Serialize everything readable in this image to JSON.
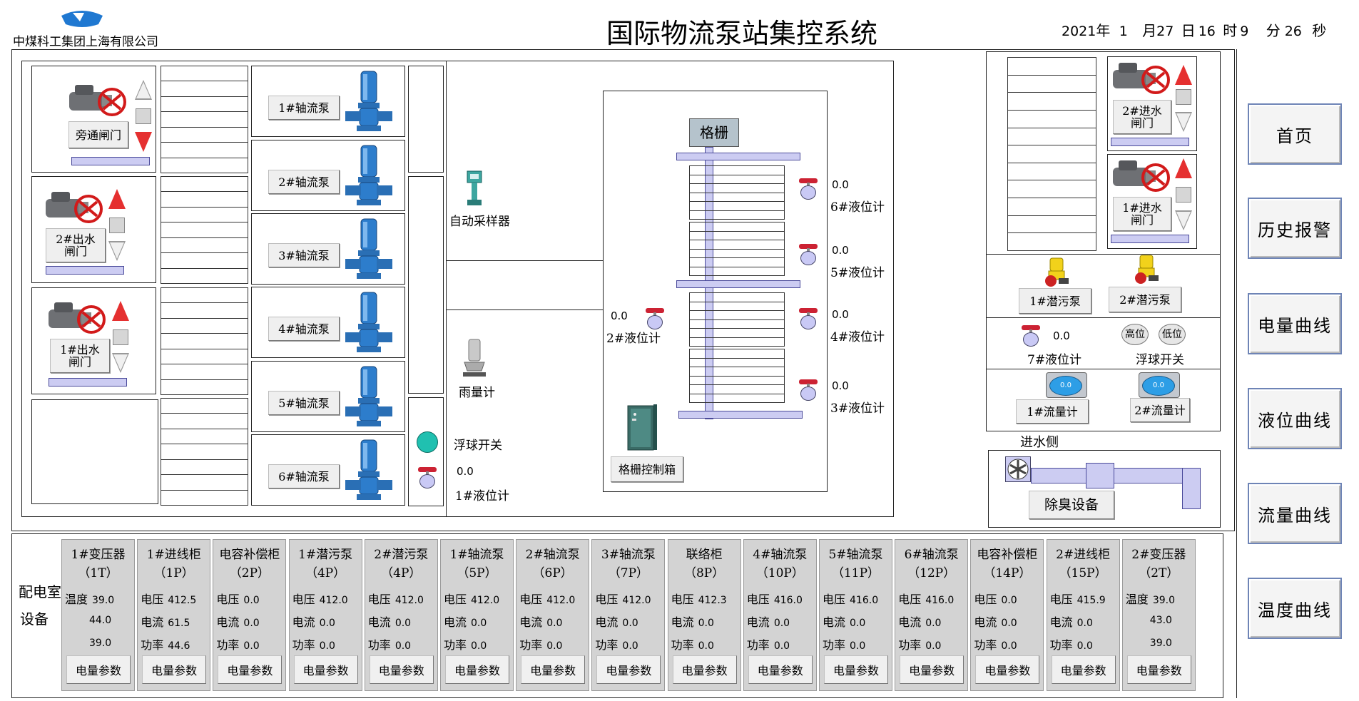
{
  "header": {
    "company": "中煤科工集团上海有限公司",
    "title": "国际物流泵站集控系统",
    "datetime": {
      "year": "2021",
      "year_unit": "年",
      "month": "1",
      "month_unit": "月",
      "day": "27",
      "day_unit": "日",
      "hour": "16",
      "hour_unit": "时",
      "minute": "9",
      "minute_unit": "分",
      "second": "26",
      "second_unit": "秒"
    }
  },
  "nav": [
    "首页",
    "历史报警",
    "电量曲线",
    "液位曲线",
    "流量曲线",
    "温度曲线"
  ],
  "gates_left": {
    "bypass": "旁通闸门",
    "outlet2": "2#出水闸门",
    "outlet1": "1#出水闸门"
  },
  "pumps": [
    "1#轴流泵",
    "2#轴流泵",
    "3#轴流泵",
    "4#轴流泵",
    "5#轴流泵",
    "6#轴流泵"
  ],
  "instruments": {
    "sampler": "自动采样器",
    "rain_gauge": "雨量计",
    "float_switch": "浮球开关",
    "level1_value": "0.0",
    "level1": "1#液位计",
    "level2_value": "0.0",
    "level2": "2#液位计"
  },
  "grille": {
    "title": "格栅",
    "control_box": "格栅控制箱",
    "levels": [
      {
        "name": "6#液位计",
        "value": "0.0"
      },
      {
        "name": "5#液位计",
        "value": "0.0"
      },
      {
        "name": "4#液位计",
        "value": "0.0"
      },
      {
        "name": "3#液位计",
        "value": "0.0"
      }
    ]
  },
  "right_side": {
    "inlet_gate2": "2#进水闸门",
    "inlet_gate1": "1#进水闸门",
    "sewage_pump1": "1#潜污泵",
    "sewage_pump2": "2#潜污泵",
    "level7_value": "0.0",
    "level7": "7#液位计",
    "float_high": "高位",
    "float_low": "低位",
    "float_switch": "浮球开关",
    "flow1_display": "0.0",
    "flow1": "1#流量计",
    "flow2_display": "0.0",
    "flow2": "2#流量计",
    "inlet_side": "进水侧",
    "deodor": "除臭设备"
  },
  "power_room": {
    "label_line1": "配电室",
    "label_line2": "设备",
    "button_label": "电量参数",
    "panels": [
      {
        "name": "1#变压器",
        "code": "（1T）",
        "rows": [
          [
            "温度",
            "39.0"
          ],
          [
            "",
            "44.0"
          ],
          [
            "",
            "39.0"
          ]
        ]
      },
      {
        "name": "1#进线柜",
        "code": "（1P）",
        "rows": [
          [
            "电压",
            "412.5"
          ],
          [
            "电流",
            "61.5"
          ],
          [
            "功率",
            "44.6"
          ]
        ]
      },
      {
        "name": "电容补偿柜",
        "code": "（2P）",
        "rows": [
          [
            "电压",
            "0.0"
          ],
          [
            "电流",
            "0.0"
          ],
          [
            "功率",
            "0.0"
          ]
        ]
      },
      {
        "name": "1#潜污泵",
        "code": "（4P）",
        "rows": [
          [
            "电压",
            "412.0"
          ],
          [
            "电流",
            "0.0"
          ],
          [
            "功率",
            "0.0"
          ]
        ]
      },
      {
        "name": "2#潜污泵",
        "code": "（4P）",
        "rows": [
          [
            "电压",
            "412.0"
          ],
          [
            "电流",
            "0.0"
          ],
          [
            "功率",
            "0.0"
          ]
        ]
      },
      {
        "name": "1#轴流泵",
        "code": "（5P）",
        "rows": [
          [
            "电压",
            "412.0"
          ],
          [
            "电流",
            "0.0"
          ],
          [
            "功率",
            "0.0"
          ]
        ]
      },
      {
        "name": "2#轴流泵",
        "code": "（6P）",
        "rows": [
          [
            "电压",
            "412.0"
          ],
          [
            "电流",
            "0.0"
          ],
          [
            "功率",
            "0.0"
          ]
        ]
      },
      {
        "name": "3#轴流泵",
        "code": "（7P）",
        "rows": [
          [
            "电压",
            "412.0"
          ],
          [
            "电流",
            "0.0"
          ],
          [
            "功率",
            "0.0"
          ]
        ]
      },
      {
        "name": "联络柜",
        "code": "（8P）",
        "rows": [
          [
            "电压",
            "412.3"
          ],
          [
            "电流",
            "0.0"
          ],
          [
            "功率",
            "0.0"
          ]
        ]
      },
      {
        "name": "4#轴流泵",
        "code": "（10P）",
        "rows": [
          [
            "电压",
            "416.0"
          ],
          [
            "电流",
            "0.0"
          ],
          [
            "功率",
            "0.0"
          ]
        ]
      },
      {
        "name": "5#轴流泵",
        "code": "（11P）",
        "rows": [
          [
            "电压",
            "416.0"
          ],
          [
            "电流",
            "0.0"
          ],
          [
            "功率",
            "0.0"
          ]
        ]
      },
      {
        "name": "6#轴流泵",
        "code": "（12P）",
        "rows": [
          [
            "电压",
            "416.0"
          ],
          [
            "电流",
            "0.0"
          ],
          [
            "功率",
            "0.0"
          ]
        ]
      },
      {
        "name": "电容补偿柜",
        "code": "（14P）",
        "rows": [
          [
            "电压",
            "0.0"
          ],
          [
            "电流",
            "0.0"
          ],
          [
            "功率",
            "0.0"
          ]
        ]
      },
      {
        "name": "2#进线柜",
        "code": "（15P）",
        "rows": [
          [
            "电压",
            "415.9"
          ],
          [
            "电流",
            "0.0"
          ],
          [
            "功率",
            "0.0"
          ]
        ]
      },
      {
        "name": "2#变压器",
        "code": "（2T）",
        "rows": [
          [
            "温度",
            "39.0"
          ],
          [
            "",
            "43.0"
          ],
          [
            "",
            "39.0"
          ]
        ]
      }
    ]
  },
  "colors": {
    "lavender": "#ccccf2",
    "alarm_red": "#e53030",
    "nav_border": "#6e84b6",
    "panel_gray": "#d3d3d3",
    "pump_blue": "#2d7dcc"
  }
}
